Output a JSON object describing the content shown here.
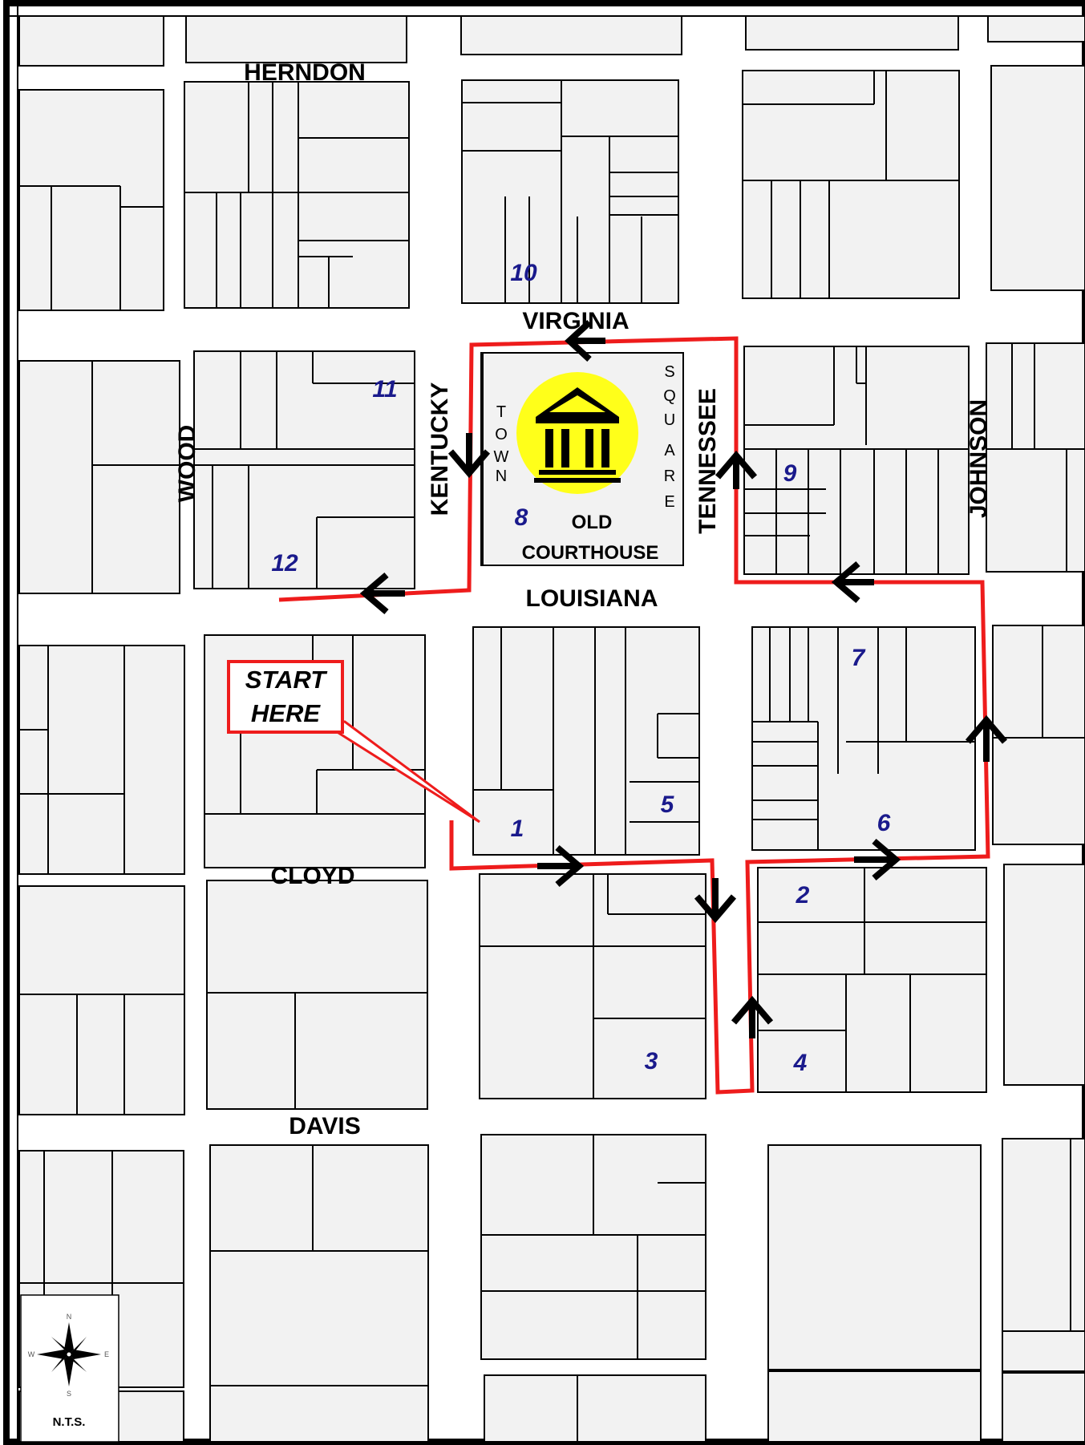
{
  "streets": {
    "herndon": "HERNDON",
    "virginia": "VIRGINIA",
    "kentucky": "KENTUCKY",
    "tennessee": "TENNESSEE",
    "wood": "WOOD",
    "johnson": "JOHNSON",
    "louisiana": "LOUISIANA",
    "cloyd": "CLOYD",
    "davis": "DAVIS"
  },
  "courthouse": {
    "line1": "OLD",
    "line2": "COURTHOUSE",
    "town_letters": [
      "T",
      "O",
      "W",
      "N"
    ],
    "square_letters": [
      "S",
      "Q",
      "U",
      "A",
      "R",
      "E"
    ],
    "icon": "courthouse-icon"
  },
  "start_callout": {
    "line1": "START",
    "line2": "HERE"
  },
  "stops": [
    "1",
    "2",
    "3",
    "4",
    "5",
    "6",
    "7",
    "8",
    "9",
    "10",
    "11",
    "12"
  ],
  "compass": {
    "n": "N",
    "s": "S",
    "e": "E",
    "w": "W",
    "scale_note": "N.T.S.",
    "icon": "compass-rose-icon"
  },
  "colors": {
    "route": "#ee1c1c",
    "courthouse_circle": "#ffff1a",
    "block_fill": "#f2f2f2",
    "stop_label": "#1a1a8c"
  }
}
